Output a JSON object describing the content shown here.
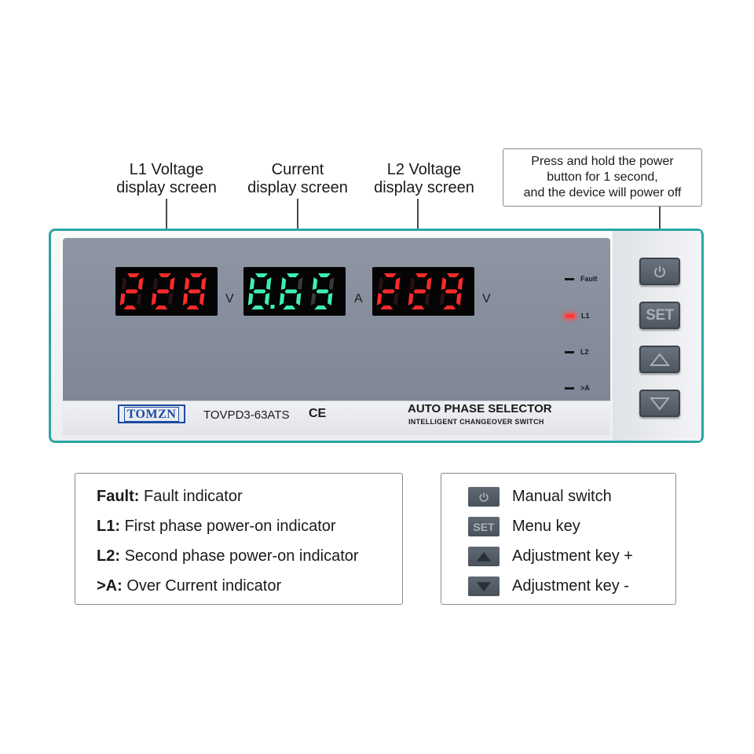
{
  "callouts": {
    "l1": [
      "L1 Voltage",
      "display screen"
    ],
    "current": [
      "Current",
      "display screen"
    ],
    "l2": [
      "L2 Voltage",
      "display screen"
    ],
    "power_note": [
      "Press and hold the power",
      "button for 1 second,",
      "and the device will power off"
    ]
  },
  "device": {
    "brand": "TOMZN",
    "model": "TOVPD3-63ATS",
    "cert": "CE",
    "title": "AUTO PHASE SELECTOR",
    "subtitle": "INTELLIGENT CHANGEOVER SWITCH",
    "displays": [
      {
        "id": "l1",
        "value": "228",
        "unit": "V",
        "color": "#ff2a2a"
      },
      {
        "id": "current",
        "value": "8.65",
        "unit": "A",
        "color": "#3df0b0"
      },
      {
        "id": "l2",
        "value": "229",
        "unit": "V",
        "color": "#ff2a2a"
      }
    ],
    "indicators": [
      {
        "label": "Fault",
        "on": false
      },
      {
        "label": "L1",
        "on": true,
        "color": "#ff3a3a"
      },
      {
        "label": "L2",
        "on": false
      },
      {
        "label": ">A",
        "on": false
      }
    ],
    "keys": [
      {
        "id": "power",
        "icon": "power-icon"
      },
      {
        "id": "set",
        "label": "SET"
      },
      {
        "id": "up",
        "icon": "triangle-up-icon"
      },
      {
        "id": "down",
        "icon": "triangle-down-icon"
      }
    ]
  },
  "legend_indicators": [
    {
      "term": "Fault:",
      "desc": "Fault indicator"
    },
    {
      "term": "L1:",
      "desc": "First phase power-on indicator"
    },
    {
      "term": "L2:",
      "desc": "Second phase power-on indicator"
    },
    {
      "term": ">A:",
      "desc": "Over Current indicator"
    }
  ],
  "legend_keys": [
    {
      "icon": "power-icon",
      "desc": "Manual switch"
    },
    {
      "label": "SET",
      "desc": "Menu key"
    },
    {
      "icon": "triangle-up-icon",
      "desc": "Adjustment key +"
    },
    {
      "icon": "triangle-down-icon",
      "desc": "Adjustment key -"
    }
  ],
  "colors": {
    "frame": "#2ba5a3",
    "display_panel": "#8a92a0",
    "logo": "#1d4aa0"
  }
}
